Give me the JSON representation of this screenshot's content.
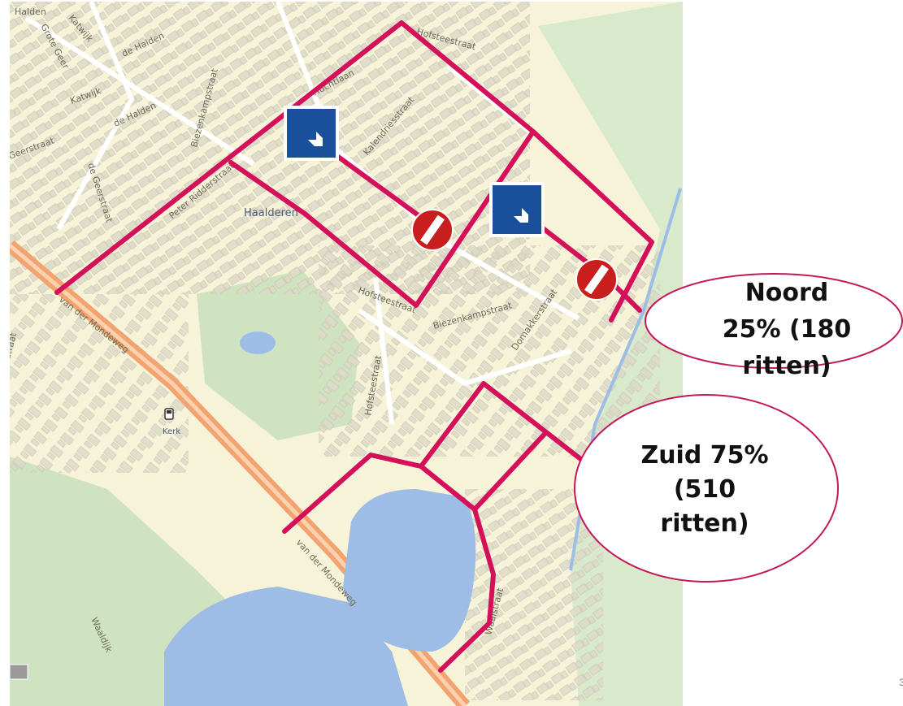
{
  "map": {
    "streets": [
      "Halden",
      "Katwijk",
      "Grote Geer",
      "de Halden",
      "Katwijk",
      "de Halden",
      "Huchtlaan",
      "Hofsteestraat",
      "Biezenkampstraat",
      "Kalendriesstraat",
      "Geerstraat",
      "de Geerstraat",
      "Peter Ridderstraat",
      "Hofsteestraat",
      "Biezenkampstraat",
      "Domakkerstraat",
      "Hofsteestraat",
      "van der Mondeweg",
      "van der Mondeweg",
      "Waalstraat",
      "Waaldijk",
      "straat"
    ],
    "places": {
      "haalderen": "Haalderen",
      "kerk": "Kerk"
    },
    "icons": {
      "one_way": "one-way-arrow-sign-icon",
      "no_entry": "no-entry-sign-icon",
      "bus_stop": "bus-stop-icon"
    },
    "colors": {
      "route": "#d5105a",
      "water": "#9ebde6",
      "land": "#f7f3d8",
      "green": "#cfe3c0",
      "main_road": "#f2a36f"
    }
  },
  "callouts": {
    "noord": [
      "Noord",
      "25% (180",
      "ritten)"
    ],
    "zuid": [
      "Zuid 75%",
      "(510",
      "ritten)"
    ],
    "outline_color": "#c2185b"
  },
  "page_number": "3"
}
